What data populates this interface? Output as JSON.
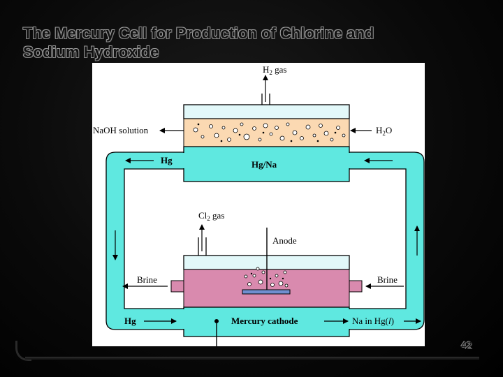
{
  "slide": {
    "title_line1": "The Mercury Cell for Production of Chlorine and",
    "title_line2": "Sodium Hydroxide",
    "page_number": "42"
  },
  "diagram": {
    "labels": {
      "h2_gas_main": "H",
      "h2_gas_sub": "2",
      "h2_gas_rest": " gas",
      "naoh_solution": "NaOH solution",
      "h2o_main": "H",
      "h2o_sub": "2",
      "h2o_rest": "O",
      "hg_top": "Hg",
      "hg_na": "Hg/Na",
      "cl2_gas_main": "Cl",
      "cl2_gas_sub": "2",
      "cl2_gas_rest": " gas",
      "anode": "Anode",
      "brine_left": "Brine",
      "brine_right": "Brine",
      "hg_bottom": "Hg",
      "mercury_cathode": "Mercury cathode",
      "na_in_hg_main": "Na in Hg(",
      "na_in_hg_italic": "l",
      "na_in_hg_close": ")"
    },
    "colors": {
      "mercury_cyan": "#5fe8e0",
      "naoh_tan": "#fbd9b2",
      "brine_pink": "#d98aae",
      "gas_space": "#e2f8f9",
      "electrode": "#6f8fd0"
    }
  }
}
